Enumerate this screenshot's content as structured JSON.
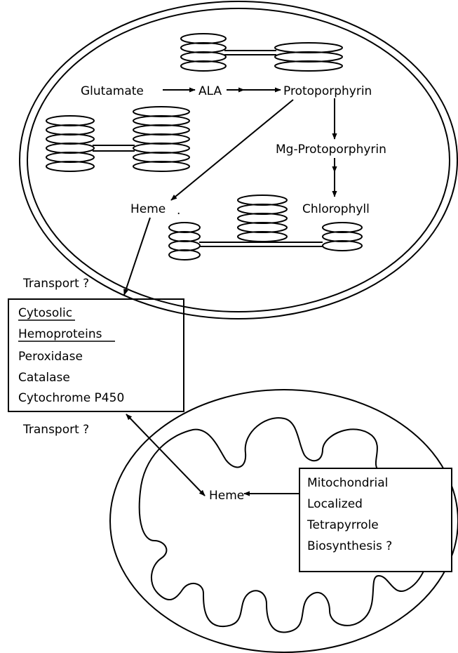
{
  "chloroplast": {
    "pathway": {
      "glutamate": "Glutamate",
      "ala": "ALA",
      "protoporphyrin": "Protoporphyrin",
      "mg_protoporphyrin": "Mg-Protoporphyrin",
      "chlorophyll": "Chlorophyll",
      "heme": "Heme"
    },
    "heme_dot": "."
  },
  "transport_upper": "Transport ?",
  "transport_lower": "Transport ?",
  "cytosol_box": {
    "heading_line1": "Cytosolic",
    "heading_line2": "Hemoproteins",
    "items": [
      "Peroxidase",
      "Catalase",
      "Cytochrome P450"
    ]
  },
  "mitochondrion": {
    "heme": "Heme",
    "box_lines": [
      "Mitochondrial",
      "Localized",
      "Tetrapyrrole",
      "Biosynthesis ?"
    ]
  }
}
